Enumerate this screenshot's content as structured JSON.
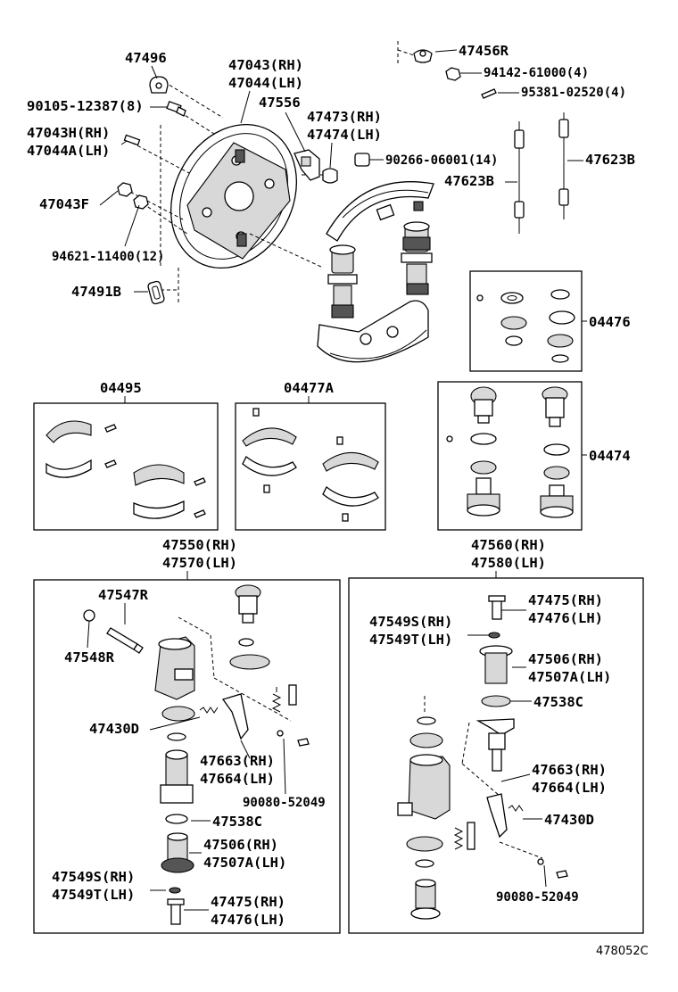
{
  "labels": {
    "l47496": "47496",
    "l47043rh": "47043(RH)",
    "l47044lh": "47044(LH)",
    "l47456r": "47456R",
    "l94142": "94142-61000(4)",
    "l95381": "95381-02520(4)",
    "l90105": "90105-12387(8)",
    "l47556": "47556",
    "l47473rh": "47473(RH)",
    "l47474lh": "47474(LH)",
    "l47043h": "47043H(RH)",
    "l47044a": "47044A(LH)",
    "l90266": "90266-06001(14)",
    "l47623b_r": "47623B",
    "l47623b_l": "47623B",
    "l47043f": "47043F",
    "l94621": "94621-11400(12)",
    "l47491b": "47491B",
    "l04476": "04476",
    "l04495": "04495",
    "l04477a": "04477A",
    "l04474": "04474",
    "l47550rh": "47550(RH)",
    "l47570lh": "47570(LH)",
    "l47560rh": "47560(RH)",
    "l47580lh": "47580(LH)",
    "a47547r": "47547R",
    "a47548r": "47548R",
    "a47430d": "47430D",
    "a47663rh": "47663(RH)",
    "a47664lh": "47664(LH)",
    "a90080": "90080-52049",
    "a47538c": "47538C",
    "a47506rh": "47506(RH)",
    "a47507a": "47507A(LH)",
    "a47549s": "47549S(RH)",
    "a47549t": "47549T(LH)",
    "a47475rh": "47475(RH)",
    "a47476lh": "47476(LH)",
    "b47475rh": "47475(RH)",
    "b47476lh": "47476(LH)",
    "b47549s": "47549S(RH)",
    "b47549t": "47549T(LH)",
    "b47506rh": "47506(RH)",
    "b47507a": "47507A(LH)",
    "b47538c": "47538C",
    "b47663rh": "47663(RH)",
    "b47664lh": "47664(LH)",
    "b47430d": "47430D",
    "b90080": "90080-52049",
    "figcode": "478052C"
  }
}
